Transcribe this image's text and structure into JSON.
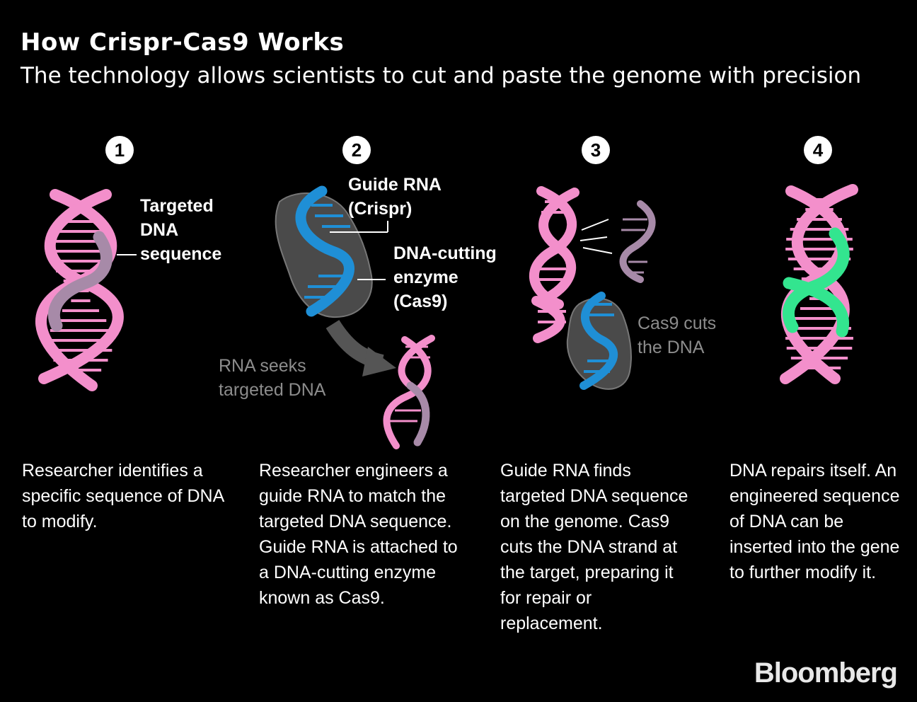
{
  "header": {
    "title": "How Crispr-Cas9 Works",
    "subtitle": "The technology allows scientists to cut and paste the genome with precision"
  },
  "steps": [
    {
      "number": "1",
      "description": "Researcher identifies a specific sequence of DNA to modify."
    },
    {
      "number": "2",
      "description": "Researcher engineers a guide RNA to match the targeted DNA sequence. Guide RNA is attached to a DNA-cutting enzyme known as Cas9."
    },
    {
      "number": "3",
      "description": "Guide RNA finds targeted DNA sequence on the genome. Cas9 cuts the DNA strand at the target, preparing it for repair or replacement."
    },
    {
      "number": "4",
      "description": "DNA repairs itself. An engineered sequence of DNA can be inserted into the gene to further modify it."
    }
  ],
  "callouts": {
    "targeted_dna": [
      "Targeted",
      "DNA",
      "sequence"
    ],
    "guide_rna": [
      "Guide RNA",
      "(Crispr)"
    ],
    "cas9_enzyme": [
      "DNA-cutting",
      "enzyme",
      "(Cas9)"
    ],
    "rna_seeks": [
      "RNA seeks",
      "targeted DNA"
    ],
    "cas9_cuts": [
      "Cas9 cuts",
      "the DNA"
    ]
  },
  "brand": "Bloomberg",
  "colors": {
    "dna_pink": "#f38fcb",
    "target_purple": "#a78aa8",
    "guide_blue": "#1f8fd6",
    "enzyme_grey": "#4a4a4a",
    "inserted_green": "#33e58f",
    "muted_text": "#8c8c8c"
  }
}
